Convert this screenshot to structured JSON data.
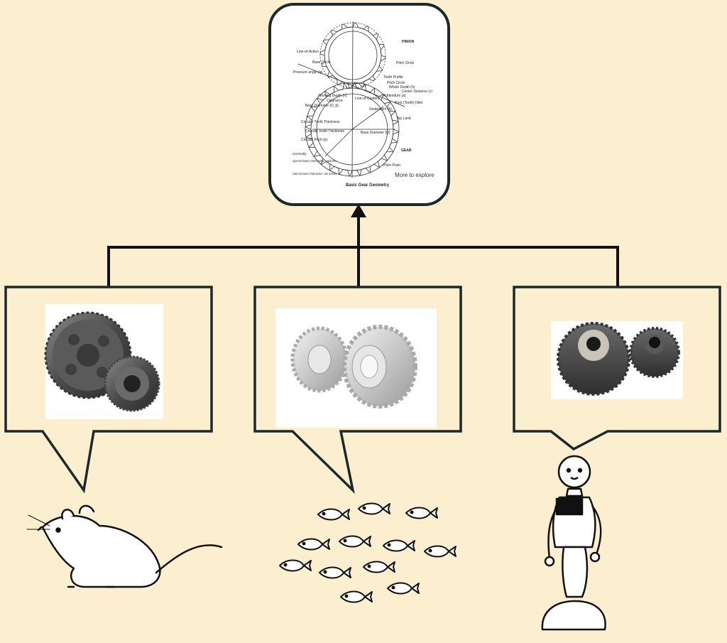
{
  "diagram": {
    "colors": {
      "background": "#fbefcf",
      "outline": "#1a2a2a",
      "panel": "#ffffff"
    },
    "top_image": {
      "icon": "gear-geometry-drawing",
      "labels": {
        "pinion": "PINION",
        "gear": "GEAR",
        "line_of_action": "Line-of-Action",
        "base_circle": "Base Circle",
        "pitch_circle": "Pitch Circle",
        "tooth_profile": "Tooth Profile",
        "pressure_angle": "Pressure angle (φ)",
        "pitch_circle_2": "Pitch Circle",
        "whole_depth": "Whole Depth (h)",
        "center_distance": "Center Distance (c)",
        "addendum": "Addendum (a)",
        "working_depth": "Working Depth (h)",
        "clearance": "Clearance",
        "line_of_centers": "Line-of-Centers",
        "dedendum": "Dedendum (b)",
        "root": "Root (Tooth) Fillet",
        "base_diameter": "Base Diameter (D_b)",
        "top_land": "Top Land",
        "circular_tooth_thickness": "Circular Tooth Thickness",
        "chordal_tooth_thickness": "Chordal Tooth Thickness",
        "circular_pitch": "Circular Pitch (p)",
        "base_diameter_2": "Base Diameter (D)",
        "pitch_point": "Pitch Point",
        "note_head": "Generally:",
        "note_1": "Larger Gear Diameter or Radius Symbols — capital letters",
        "note_2": "Smaller Gear Diameter or Radius Symbols — lower case letters",
        "caption": "Basic Gear Geometry",
        "more_button": "More to explore"
      }
    },
    "panels": [
      {
        "name": "mouse-panel",
        "icon": "spur-gears-pair-photo",
        "speaker": "mouse-icon"
      },
      {
        "name": "fish-panel",
        "icon": "helical-gears-pair-photo",
        "speaker": "fish-school-icon"
      },
      {
        "name": "robot-panel",
        "icon": "steel-gears-pair-photo",
        "speaker": "robot-icon"
      }
    ]
  }
}
